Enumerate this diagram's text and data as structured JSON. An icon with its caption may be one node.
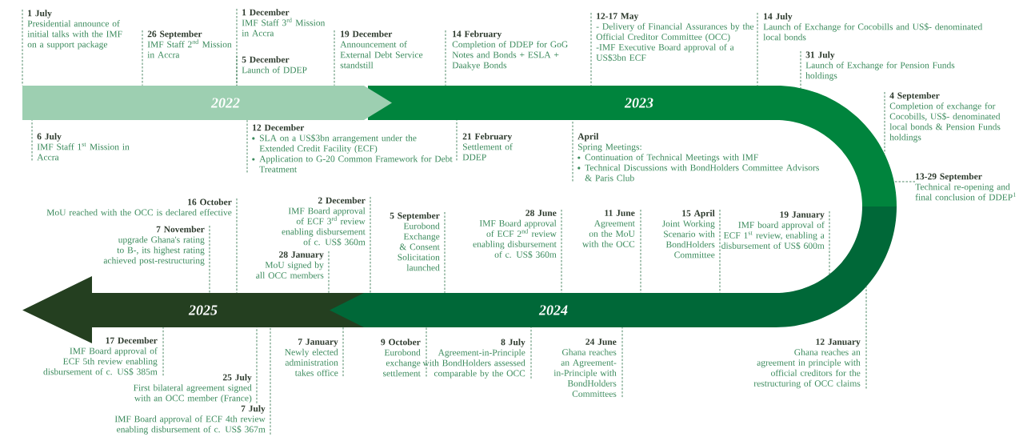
{
  "diagram": {
    "nodes": [
      {
        "text": [
          "2022"
        ]
      },
      {
        "text": [
          "2023"
        ]
      },
      {
        "text": [
          "2024"
        ]
      },
      {
        "text": [
          "2025"
        ]
      },
      {
        "text": [
          "1 July",
          "Presidential announce of initial talks with the IMF on a support package"
        ]
      },
      {
        "text": [
          "26 September",
          "IMF Staff 2$^{nd}$ Mission in Accra"
        ]
      },
      {
        "text": [
          "1 December",
          "IMF Staff 3$^{rd}$ Mission in Accra"
        ]
      },
      {
        "text": [
          "5 December",
          "Launch of DDEP"
        ]
      },
      {
        "text": [
          "19 December",
          "Announcement of External Debt Service standstill"
        ]
      },
      {
        "text": [
          "14 February",
          "Completion of DDEP for GoG Notes and Bonds + ESLA + Daakye Bonds"
        ]
      },
      {
        "text": [
          "12-17 May",
          "- Delivery of Financial Assurances by the Official Creditor Committee (OCC)",
          "-IMF Executive Board approval of a US$3bn ECF"
        ]
      },
      {
        "text": [
          "14 July",
          "Launch of Exchange for Cocobills and US$- denominated local bonds"
        ]
      },
      {
        "text": [
          "31 July",
          "Launch of Exchange for Pension Funds holdings"
        ]
      },
      {
        "text": [
          "4 September",
          "Completion of exchange for Cocobills, US$- denominated local bonds & Pension Funds holdings"
        ]
      },
      {
        "text": [
          "13-29 September",
          "Technical re-opening and final conclusion of DDEP$^{1}$"
        ]
      },
      {
        "text": [
          "6 July",
          "IMF Staff 1$^{st}$ Mission in Accra"
        ]
      },
      {
        "text": [
          "12 December",
          "SLA on a US$3bn arrangement under the Extended Credit Facility (ECF)",
          "Application to G-20 Common Framework for Debt Treatment"
        ]
      },
      {
        "text": [
          "21 February",
          "Settlement of DDEP"
        ]
      },
      {
        "text": [
          "April",
          "Spring Meetings:",
          "Continuation of Technical Meetings with IMF",
          "Technical Discussions with BondHolders Committee Advisors & Paris Club"
        ]
      },
      {
        "text": [
          "16 October",
          "MoU reached with the OCC is declared effective"
        ]
      },
      {
        "text": [
          "7 November",
          "upgrade Ghana's rating to B-, its highest rating achieved post-restructuring"
        ]
      },
      {
        "text": [
          "2 December",
          "IMF Board approval of ECF 3$^{rd}$ review enabling disbursement of c. US$ 360m"
        ]
      },
      {
        "text": [
          "28 January",
          "MoU signed by all OCC members"
        ]
      },
      {
        "text": [
          "5 September",
          "Eurobond Exchange & Consent Solicitation launched"
        ]
      },
      {
        "text": [
          "28 June",
          "IMF Board approval of ECF 2$^{nd}$ review enabling disbursement of c. US$ 360m"
        ]
      },
      {
        "text": [
          "11 June",
          "Agreement on the MoU with the OCC"
        ]
      },
      {
        "text": [
          "15 April",
          "Joint Working Scenario with BondHolders Committee"
        ]
      },
      {
        "text": [
          "19 January",
          "IMF board approval of ECF 1$^{st}$ review, enabling a disbursement of US$ 600m"
        ]
      },
      {
        "text": [
          "17 December",
          "IMF Board approval of ECF 5th review enabling disbursement of c. US$ 385m"
        ]
      },
      {
        "text": [
          "25 July",
          "First bilateral agreement signed with an OCC member (France)"
        ]
      },
      {
        "text": [
          "7 July",
          "IMF Board approval of ECF 4th review enabling disbursement of c. US$ 367m"
        ]
      },
      {
        "text": [
          "7 January",
          "Newly elected administration takes office"
        ]
      },
      {
        "text": [
          "9 October",
          "Eurobond exchange settlement"
        ]
      },
      {
        "text": [
          "8 July",
          "Agreement-in-Principle with BondHolders assessed comparable by the OCC"
        ]
      },
      {
        "text": [
          "24 June",
          "Ghana reaches an Agreement-in-Principle with BondHolders Committees"
        ]
      },
      {
        "text": [
          "12 January",
          "Ghana reaches an agreement in principle with official creditors for the restructuring of OCC claims"
        ]
      }
    ],
    "edges": [
      {
        "from": 4,
        "to": 0,
        "arrow": "none",
        "style": "dashed"
      },
      {
        "from": 5,
        "to": 0,
        "arrow": "none",
        "style": "dashed"
      },
      {
        "from": 6,
        "to": 0,
        "arrow": "none",
        "style": "dashed"
      },
      {
        "from": 7,
        "to": 0,
        "arrow": "none",
        "style": "dashed"
      },
      {
        "from": 8,
        "to": 0,
        "arrow": "none",
        "style": "dashed"
      },
      {
        "from": 9,
        "to": 1,
        "arrow": "none",
        "style": "dashed"
      },
      {
        "from": 10,
        "to": 1,
        "arrow": "none",
        "style": "dashed"
      },
      {
        "from": 11,
        "to": 1,
        "arrow": "none",
        "style": "dashed"
      },
      {
        "from": 12,
        "to": 1,
        "arrow": "none",
        "style": "dashed"
      },
      {
        "from": 13,
        "to": 1,
        "arrow": "none",
        "style": "dashed"
      },
      {
        "from": 14,
        "to": 1,
        "arrow": "none",
        "style": "dashed"
      },
      {
        "from": 15,
        "to": 0,
        "arrow": "none",
        "style": "dashed"
      },
      {
        "from": 16,
        "to": 0,
        "arrow": "none",
        "style": "dashed"
      },
      {
        "from": 17,
        "to": 1,
        "arrow": "none",
        "style": "dashed"
      },
      {
        "from": 18,
        "to": 1,
        "arrow": "none",
        "style": "dashed"
      },
      {
        "from": 19,
        "to": 3,
        "arrow": "none",
        "style": "dashed"
      },
      {
        "from": 20,
        "to": 3,
        "arrow": "none",
        "style": "dashed"
      },
      {
        "from": 21,
        "to": 2,
        "arrow": "none",
        "style": "dashed"
      },
      {
        "from": 22,
        "to": 3,
        "arrow": "none",
        "style": "dashed"
      },
      {
        "from": 23,
        "to": 2,
        "arrow": "none",
        "style": "dashed"
      },
      {
        "from": 24,
        "to": 2,
        "arrow": "none",
        "style": "dashed"
      },
      {
        "from": 25,
        "to": 2,
        "arrow": "none",
        "style": "dashed"
      },
      {
        "from": 26,
        "to": 2,
        "arrow": "none",
        "style": "dashed"
      },
      {
        "from": 27,
        "to": 2,
        "arrow": "none",
        "style": "dashed"
      },
      {
        "from": 28,
        "to": 3,
        "arrow": "none",
        "style": "dashed"
      },
      {
        "from": 29,
        "to": 3,
        "arrow": "none",
        "style": "dashed"
      },
      {
        "from": 30,
        "to": 3,
        "arrow": "none",
        "style": "dashed"
      },
      {
        "from": 31,
        "to": 3,
        "arrow": "none",
        "style": "dashed"
      },
      {
        "from": 32,
        "to": 2,
        "arrow": "none",
        "style": "dashed"
      },
      {
        "from": 33,
        "to": 2,
        "arrow": "none",
        "style": "dashed"
      },
      {
        "from": 34,
        "to": 2,
        "arrow": "none",
        "style": "dashed"
      },
      {
        "from": 35,
        "to": 2,
        "arrow": "none",
        "style": "dashed"
      }
    ]
  }
}
